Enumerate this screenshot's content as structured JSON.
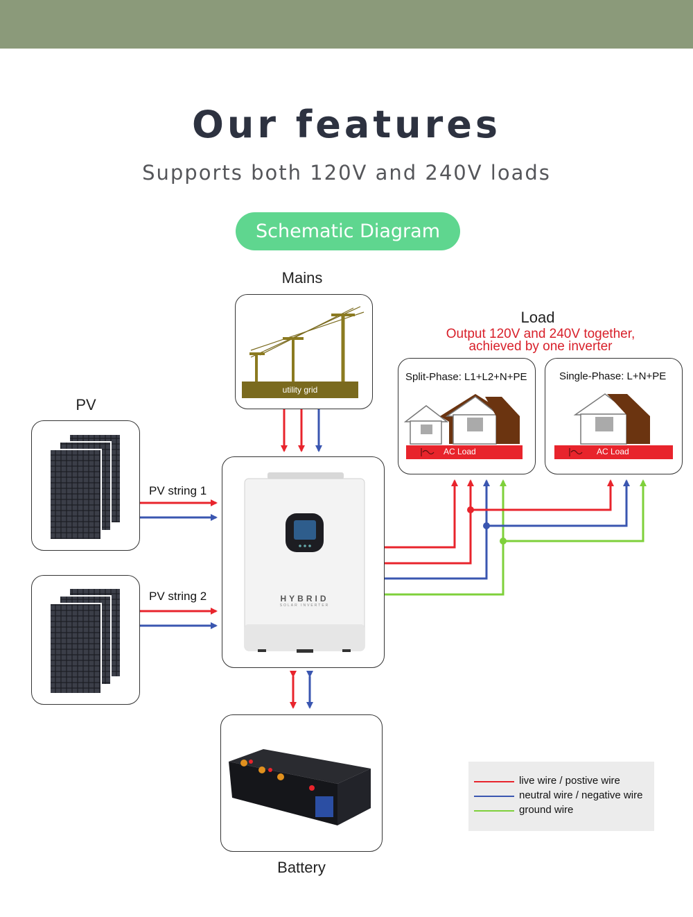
{
  "header": {
    "title": "Our features",
    "subtitle": "Supports both 120V and 240V loads",
    "badge": "Schematic Diagram"
  },
  "diagram": {
    "mains_label": "Mains",
    "grid_label": "utility grid",
    "pv_label": "PV",
    "pv_string_1": "PV string 1",
    "pv_string_2": "PV string 2",
    "load_label": "Load",
    "load_note_line1": "Output 120V and 240V together,",
    "load_note_line2": "achieved by one inverter",
    "split_phase_label": "Split-Phase:  L1+L2+N+PE",
    "single_phase_label": "Single-Phase:  L+N+PE",
    "ac_load_label": "AC Load",
    "inverter_brand": "HYBRID",
    "inverter_sub": "SOLAR INVERTER",
    "battery_label": "Battery"
  },
  "legend": [
    {
      "label": "live wire / postive wire",
      "color": "#e8242c"
    },
    {
      "label": "neutral wire / negative wire",
      "color": "#3a56b0"
    },
    {
      "label": "ground wire",
      "color": "#7ed03a"
    }
  ],
  "colors": {
    "live": "#e8242c",
    "neutral": "#3a56b0",
    "ground": "#7ed03a",
    "badge": "#5fd68f",
    "top_band": "#8b9a7a"
  }
}
